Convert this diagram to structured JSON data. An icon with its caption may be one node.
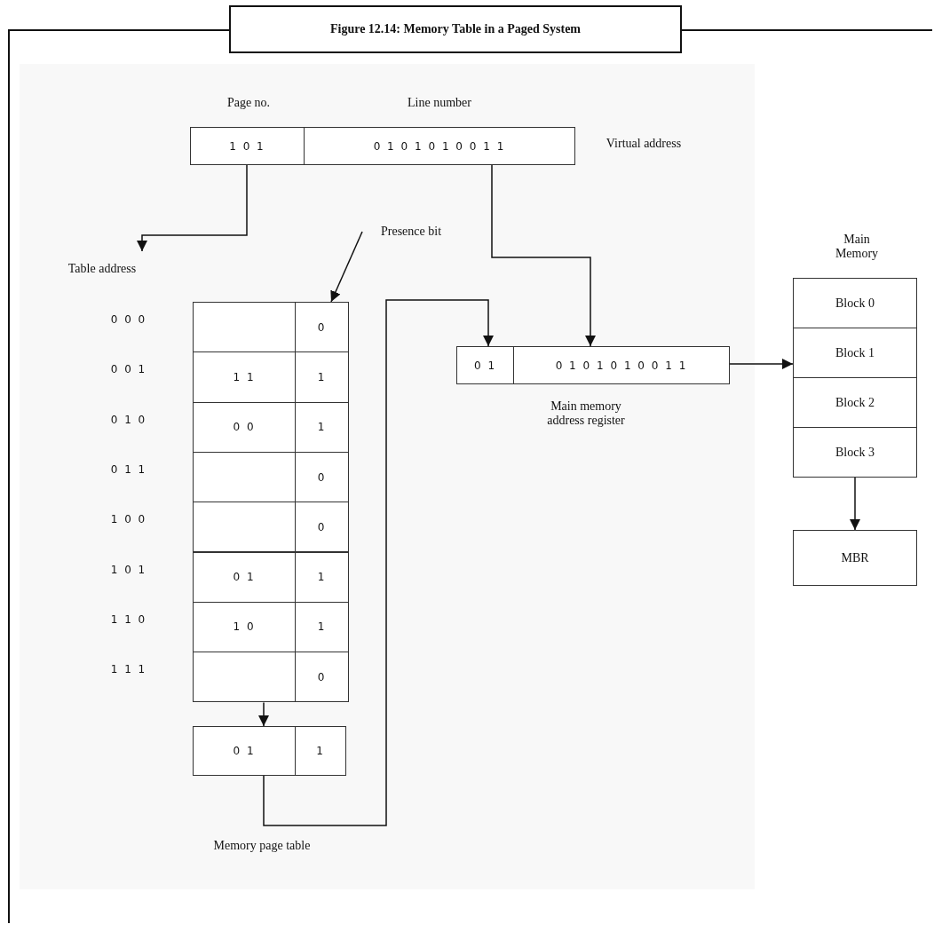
{
  "diagram": {
    "title": "Figure 12.14: Memory Table in a Paged System",
    "nodes": [
      {
        "text": [
          "1 0 1"
        ]
      },
      {
        "text": [
          "0 1 0 1 0 1 0 0 1 1"
        ]
      },
      {
        "text": [
          "Table address"
        ]
      },
      {
        "text": [
          "Presence bit"
        ]
      },
      {
        "text": [],
        "shape": "box"
      },
      {
        "text": [
          "0"
        ]
      },
      {
        "text": [
          "1 1"
        ]
      },
      {
        "text": [
          "1"
        ]
      },
      {
        "text": [
          "0 0"
        ]
      },
      {
        "text": [
          "1"
        ]
      },
      {
        "text": [],
        "shape": "box"
      },
      {
        "text": [
          "0"
        ]
      },
      {
        "text": [],
        "shape": "box"
      },
      {
        "text": [
          "0"
        ]
      },
      {
        "text": [
          "0 1"
        ]
      },
      {
        "text": [
          "1"
        ]
      },
      {
        "text": [
          "1 0"
        ]
      },
      {
        "text": [
          "1"
        ]
      },
      {
        "text": [],
        "shape": "box"
      },
      {
        "text": [
          "0"
        ]
      },
      {
        "text": [
          "0 1"
        ]
      },
      {
        "text": [
          "1"
        ]
      },
      {
        "text": [
          "0 1"
        ]
      },
      {
        "text": [
          "0 1 0 1 0 1 0 0 1 1"
        ]
      },
      {
        "text": [
          "Block 0"
        ]
      },
      {
        "text": [
          "Block 1"
        ]
      },
      {
        "text": [
          "Block 2"
        ]
      },
      {
        "text": [
          "Block 3"
        ]
      },
      {
        "text": [
          "MBR"
        ]
      }
    ],
    "edges": [
      {
        "from": 0,
        "to": 2,
        "arrow": "to"
      },
      {
        "from": 3,
        "to": 5,
        "arrow": "to"
      },
      {
        "from": 18,
        "to": 20,
        "arrow": "to"
      },
      {
        "from": 20,
        "to": 22,
        "arrow": "to"
      },
      {
        "from": 1,
        "to": 23,
        "arrow": "to"
      },
      {
        "from": 23,
        "to": 25,
        "arrow": "to"
      },
      {
        "from": 27,
        "to": 28,
        "arrow": "to"
      }
    ],
    "labels": [
      "Page no.",
      "Line number",
      "Virtual address",
      "Main Memory",
      "0 0 0",
      "0 0 1",
      "0 1 0",
      "0 1 1",
      "1 0 0",
      "1 0 1",
      "1 1 0",
      "1 1 1",
      "Main memory address register",
      "Memory page table"
    ]
  }
}
